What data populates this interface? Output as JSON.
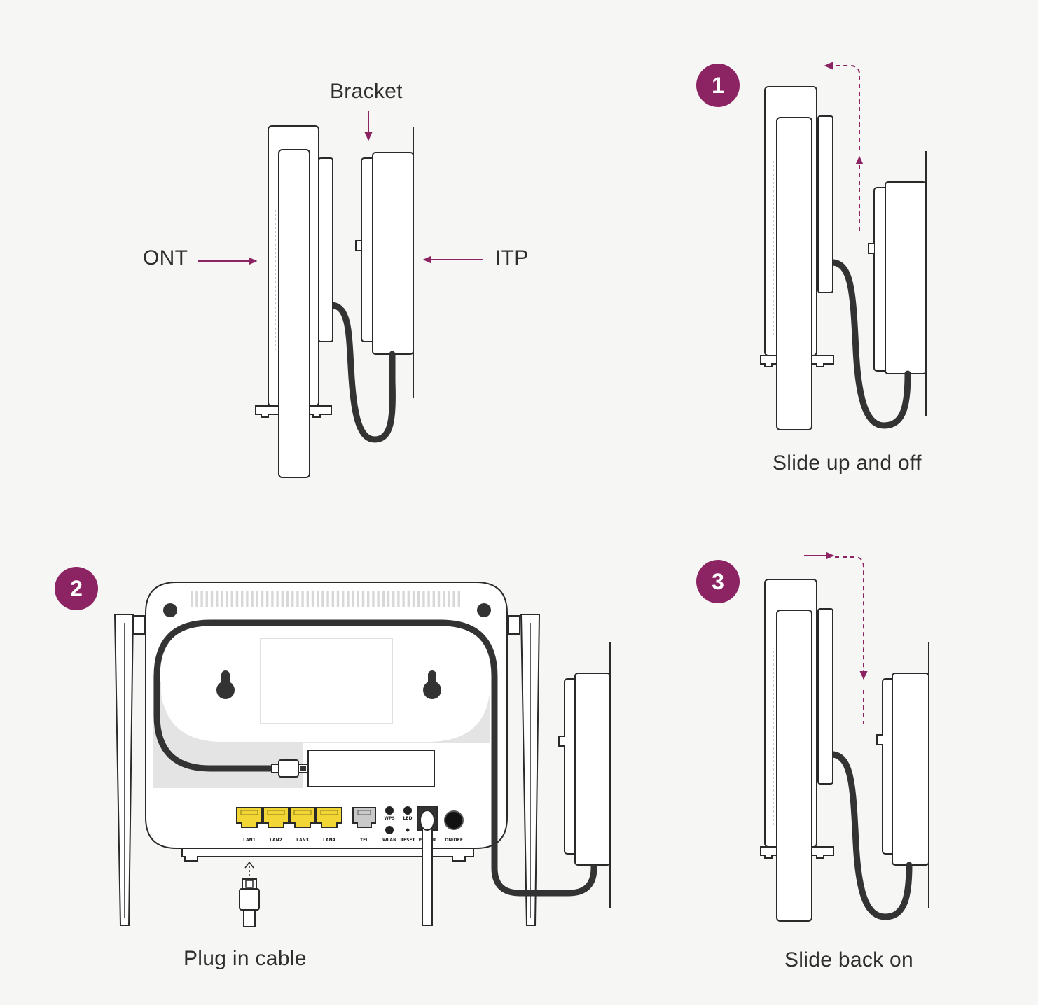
{
  "colors": {
    "accent": "#8c2464",
    "background": "#f6f6f4",
    "outline": "#2a2a2a",
    "cable": "#333333",
    "lan_port": "#f2d635"
  },
  "labels": {
    "bracket": "Bracket",
    "ont": "ONT",
    "itp": "ITP"
  },
  "steps": [
    {
      "number": "1",
      "caption": "Slide up and off"
    },
    {
      "number": "2",
      "caption": "Plug in cable"
    },
    {
      "number": "3",
      "caption": "Slide back on"
    }
  ],
  "ports": {
    "lan1": "LAN1",
    "lan2": "LAN2",
    "lan3": "LAN3",
    "lan4": "LAN4",
    "tel": "TEL",
    "wps": "WPS",
    "led": "LED",
    "wlan": "WLAN",
    "reset": "RESET",
    "power": "POWER",
    "onoff": "ON/OFF"
  }
}
